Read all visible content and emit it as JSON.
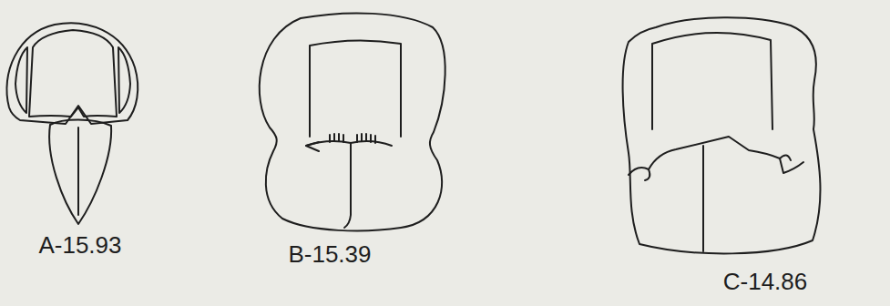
{
  "diagram": {
    "labels": [
      "A-15.93",
      "B-15.39",
      "C-14.86"
    ]
  }
}
